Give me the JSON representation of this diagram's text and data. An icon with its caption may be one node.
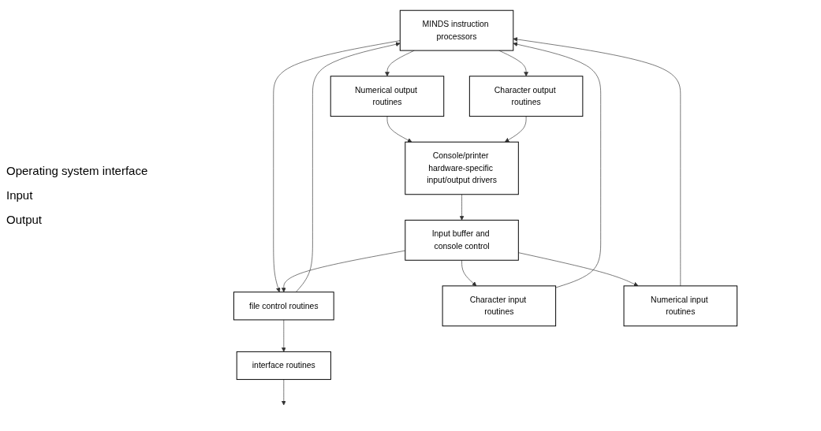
{
  "diagram": {
    "nodes": [
      {
        "text": [
          "MINDS instruction processors"
        ]
      },
      {
        "text": [
          "file control routines"
        ]
      },
      {
        "text": [
          "Character input routines"
        ]
      },
      {
        "text": [
          "Numerical input routines"
        ]
      },
      {
        "text": [
          "interface routines"
        ]
      },
      {
        "text": [
          "Input buffer and console control"
        ]
      },
      {
        "text": [
          "Numerical output routines"
        ]
      },
      {
        "text": [
          "Character output routines"
        ]
      },
      {
        "text": [
          "Console/printer hardware-specific input/output drivers"
        ]
      }
    ],
    "edges": [
      {
        "from": 0,
        "to": 1,
        "arrow": "to"
      },
      {
        "from": 1,
        "to": 0,
        "arrow": "to"
      },
      {
        "from": 2,
        "to": 0,
        "arrow": "to"
      },
      {
        "from": 3,
        "to": 0,
        "arrow": "to"
      },
      {
        "from": 0,
        "to": 6,
        "arrow": "to"
      },
      {
        "from": 0,
        "to": 7,
        "arrow": "to"
      },
      {
        "from": 1,
        "to": 4,
        "arrow": "to"
      },
      {
        "from": 4,
        "to": null,
        "arrow": "to"
      },
      {
        "from": 5,
        "to": 2,
        "arrow": "to"
      },
      {
        "from": 5,
        "to": 1,
        "arrow": "to"
      },
      {
        "from": 5,
        "to": 3,
        "arrow": "to"
      },
      {
        "from": 8,
        "to": 5,
        "arrow": "to"
      },
      {
        "from": 6,
        "to": 8,
        "arrow": "to"
      },
      {
        "from": 7,
        "to": 8,
        "arrow": "to"
      }
    ],
    "labels": [
      "Operating system interface",
      "Input",
      "Output"
    ]
  }
}
